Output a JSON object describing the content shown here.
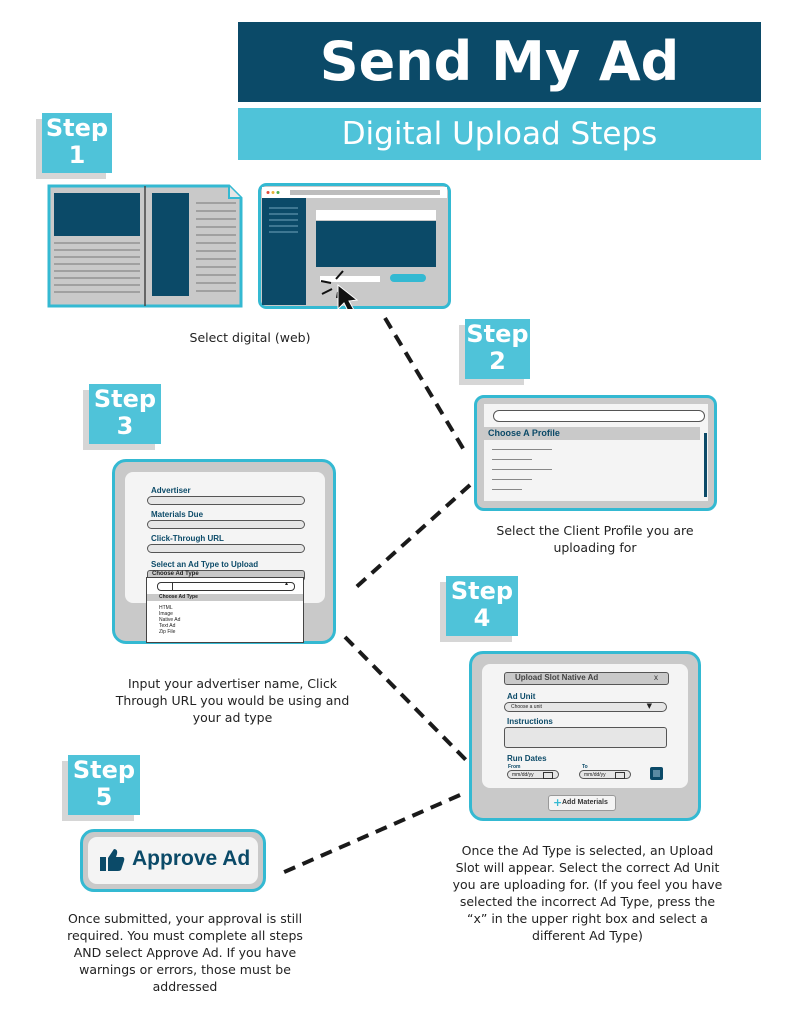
{
  "header": {
    "title": "Send My Ad",
    "subtitle": "Digital Upload Steps"
  },
  "steps": [
    {
      "word": "Step",
      "num": "1",
      "caption": "Select digital (web)"
    },
    {
      "word": "Step",
      "num": "2",
      "caption": "Select the Client Profile you are uploading for"
    },
    {
      "word": "Step",
      "num": "3",
      "caption": "Input your advertiser name, Click Through URL you would be using and your ad type"
    },
    {
      "word": "Step",
      "num": "4",
      "caption": "Once the Ad Type is selected, an Upload Slot will appear. Select the correct Ad Unit you are uploading for.  (If you feel you have selected the incorrect Ad Type, press the “x” in the  upper right box and select a different Ad Type)"
    },
    {
      "word": "Step",
      "num": "5",
      "caption": "Once submitted, your approval is still required. You must complete all steps AND select Approve Ad. If you have warnings or errors, those must be addressed"
    }
  ],
  "profile_panel": {
    "heading": "Choose A Profile"
  },
  "form_panel": {
    "advertiser": "Advertiser",
    "materials_due": "Materials Due",
    "click_through": "Click-Through URL",
    "ad_type_label": "Select an Ad Type to Upload",
    "ad_type_placeholder": "Choose Ad Type",
    "dropdown_header": "Choose Ad Type",
    "options": [
      "HTML",
      "Image",
      "Native Ad",
      "Text Ad",
      "Zip File"
    ]
  },
  "slot_panel": {
    "title": "Upload Slot Native Ad",
    "close": "x",
    "ad_unit_label": "Ad Unit",
    "ad_unit_placeholder": "Choose a unit",
    "instructions_label": "Instructions",
    "run_dates_label": "Run Dates",
    "from_label": "From",
    "to_label": "To",
    "date_placeholder": "mm/dd/yy",
    "add_materials": "Add Materials",
    "add_icon": "plus-icon"
  },
  "approve": {
    "label": "Approve Ad",
    "icon": "thumbs-up-icon"
  },
  "colors": {
    "navy": "#0b4a68",
    "teal": "#4fc3d9",
    "panel_gray": "#c9c9c9"
  }
}
